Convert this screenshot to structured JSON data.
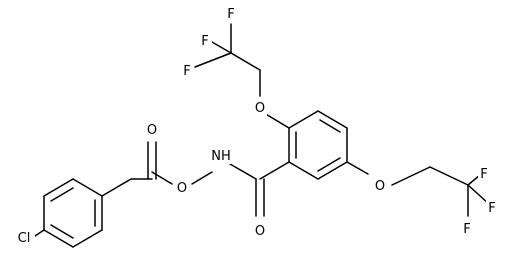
{
  "molecule": {
    "background": "#ffffff",
    "bond_color": "#000000",
    "label_color": "#000000",
    "atoms": {
      "cl": "Cl",
      "o_carbonyl_ester": "O",
      "o_ester": "O",
      "nh": "NH",
      "o_amide": "O",
      "o_ether_1": "O",
      "o_ether_2": "O",
      "f1a": "F",
      "f1b": "F",
      "f1c": "F",
      "f2a": "F",
      "f2b": "F",
      "f2c": "F"
    }
  }
}
